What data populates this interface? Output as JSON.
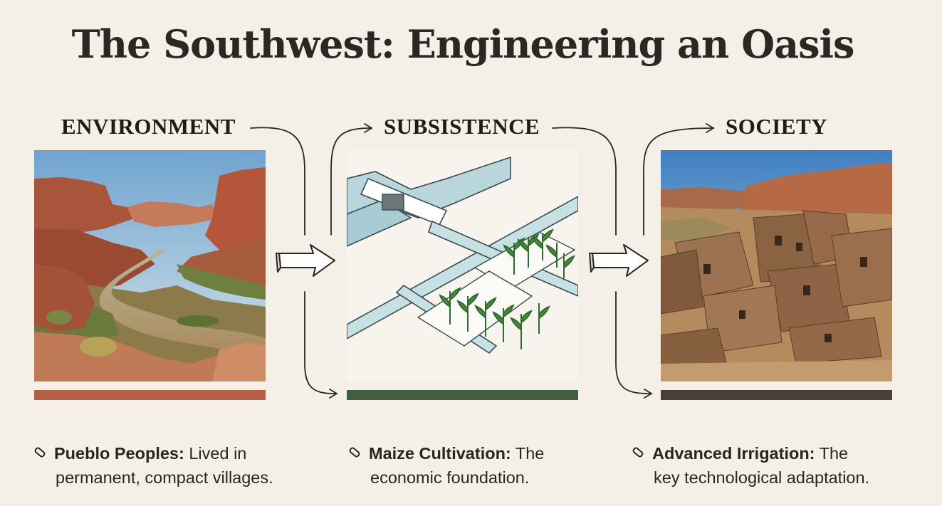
{
  "title": "The Southwest: Engineering an Oasis",
  "columns": [
    {
      "heading": "ENVIRONMENT",
      "image": "desert-canyon-river",
      "bar_color": "#b65f46",
      "note_term": "Pueblo Peoples:",
      "note_line1": " Lived in",
      "note_line2": "permanent, compact villages."
    },
    {
      "heading": "SUBSISTENCE",
      "image": "irrigation-canal-maize-field",
      "bar_color": "#3f5e42",
      "note_term": "Maize Cultivation:",
      "note_line1": " The",
      "note_line2": "economic foundation."
    },
    {
      "heading": "SOCIETY",
      "image": "pueblo-stone-ruins",
      "bar_color": "#4a3f37",
      "note_term": "Advanced Irrigation:",
      "note_line1": " The",
      "note_line2": "key technological adaptation."
    }
  ],
  "connector_icons": [
    "flow-arrow-icon",
    "flow-arrow-icon"
  ]
}
